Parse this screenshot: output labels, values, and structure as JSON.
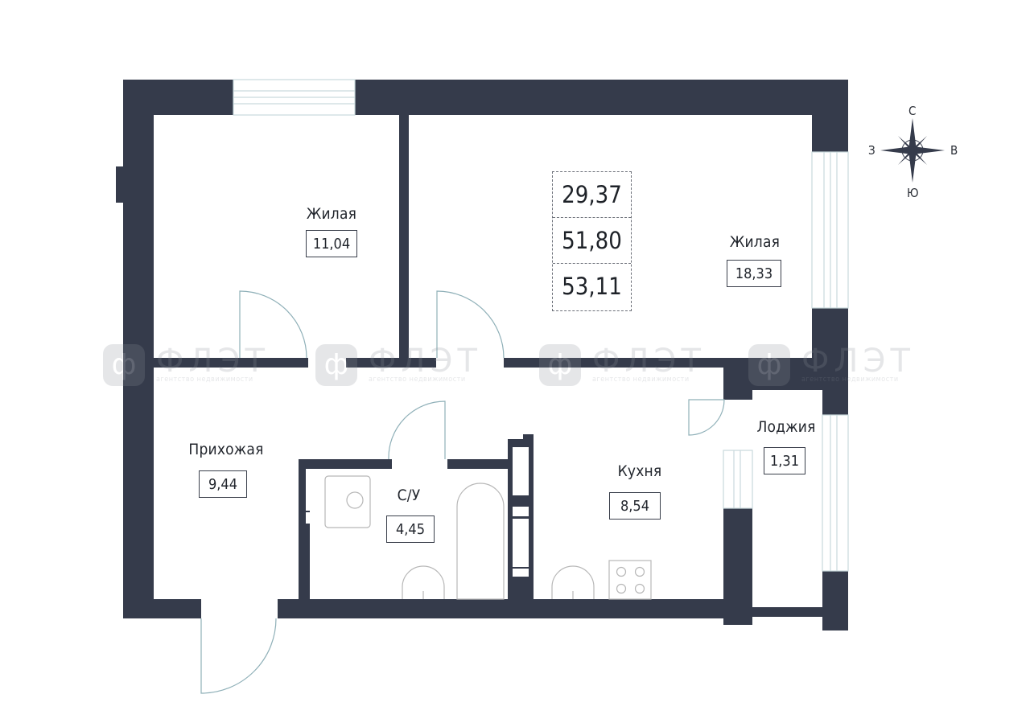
{
  "rooms": [
    {
      "name": "Жилая",
      "area": "11,04"
    },
    {
      "name": "Жилая",
      "area": "18,33"
    },
    {
      "name": "Прихожая",
      "area": "9,44"
    },
    {
      "name": "С/У",
      "area": "4,45"
    },
    {
      "name": "Кухня",
      "area": "8,54"
    },
    {
      "name": "Лоджия",
      "area": "1,31"
    }
  ],
  "summary": {
    "living_area": "29,37",
    "total_area": "51,80",
    "total_with_loggia": "53,11"
  },
  "compass": {
    "north": "С",
    "south": "Ю",
    "west": "З",
    "east": "В"
  },
  "watermark": {
    "logo_letter": "ф",
    "brand": "ФЛЭТ",
    "tagline": "агентство недвижимости"
  },
  "colors": {
    "wall": "#353b4b",
    "window": "#c9d9dd",
    "door_arc": "#8fb0b8",
    "fixture": "#b7b7b7"
  }
}
